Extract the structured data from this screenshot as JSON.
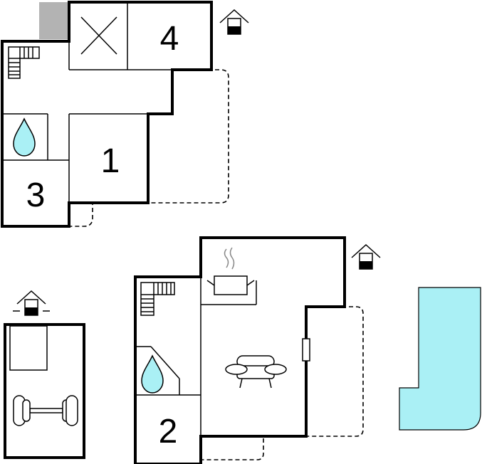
{
  "colors": {
    "wall": "#000000",
    "terrace_light": "#e6e6e6",
    "terrace_dark": "#b3b3b3",
    "water": "#aaf0f5",
    "pool": "#aaf0f5",
    "background": "#ffffff"
  },
  "rooms": [
    {
      "id": "bedroom-1",
      "label": "1"
    },
    {
      "id": "bedroom-2",
      "label": "2"
    },
    {
      "id": "bedroom-3",
      "label": "3"
    },
    {
      "id": "bedroom-4",
      "label": "4"
    }
  ],
  "icons": [
    "house-entrance-icon",
    "stairs-icon",
    "water-drop-icon",
    "cooking-pot-icon",
    "sofa-icon",
    "dumbbell-icon",
    "bed-icon",
    "void-cross-icon",
    "swimming-pool-icon"
  ]
}
